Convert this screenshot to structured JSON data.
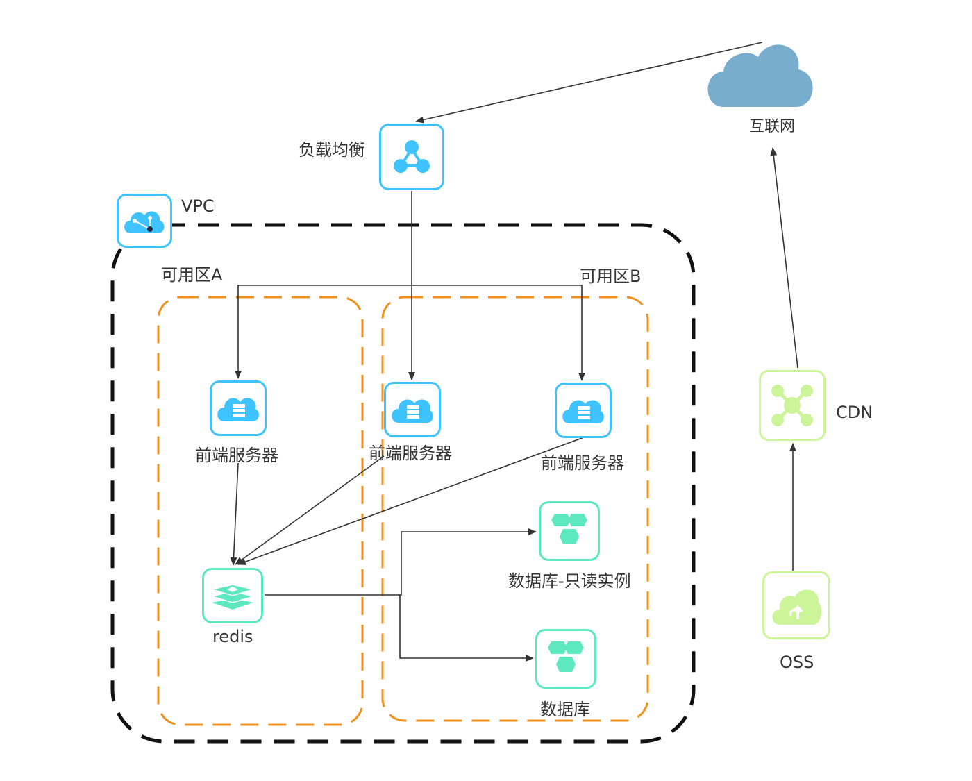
{
  "nodes": {
    "internet": {
      "label": "互联网",
      "icon": "cloud-icon"
    },
    "load_balancer": {
      "label": "负载均衡",
      "icon": "load-balancer-icon"
    },
    "vpc": {
      "label": "VPC",
      "icon": "vpc-icon"
    },
    "zone_a": {
      "label": "可用区A"
    },
    "zone_b": {
      "label": "可用区B"
    },
    "frontend_1": {
      "label": "前端服务器",
      "icon": "server-cloud-icon"
    },
    "frontend_2": {
      "label": "前端服务器",
      "icon": "server-cloud-icon"
    },
    "frontend_3": {
      "label": "前端服务器",
      "icon": "server-cloud-icon"
    },
    "redis": {
      "label": "redis",
      "icon": "redis-icon"
    },
    "db_readonly": {
      "label": "数据库-只读实例",
      "icon": "database-icon"
    },
    "db": {
      "label": "数据库",
      "icon": "database-icon"
    },
    "cdn": {
      "label": "CDN",
      "icon": "cdn-icon"
    },
    "oss": {
      "label": "OSS",
      "icon": "oss-icon"
    }
  },
  "edges": [
    {
      "from": "internet",
      "to": "load_balancer"
    },
    {
      "from": "load_balancer",
      "to": "frontend_1"
    },
    {
      "from": "load_balancer",
      "to": "frontend_2"
    },
    {
      "from": "load_balancer",
      "to": "frontend_3"
    },
    {
      "from": "frontend_1",
      "to": "redis"
    },
    {
      "from": "frontend_2",
      "to": "redis"
    },
    {
      "from": "frontend_3",
      "to": "redis"
    },
    {
      "from": "redis",
      "to": "db_readonly"
    },
    {
      "from": "redis",
      "to": "db"
    },
    {
      "from": "oss",
      "to": "cdn"
    },
    {
      "from": "cdn",
      "to": "internet"
    }
  ],
  "colors": {
    "vpc_border": "#111111",
    "zone_border": "#f0911e",
    "line": "#333333",
    "cloud": "#79adcd",
    "blue_icon": "#3ec3ff",
    "teal_icon": "#5ee8bf",
    "lime_icon": "#ccf59a"
  }
}
